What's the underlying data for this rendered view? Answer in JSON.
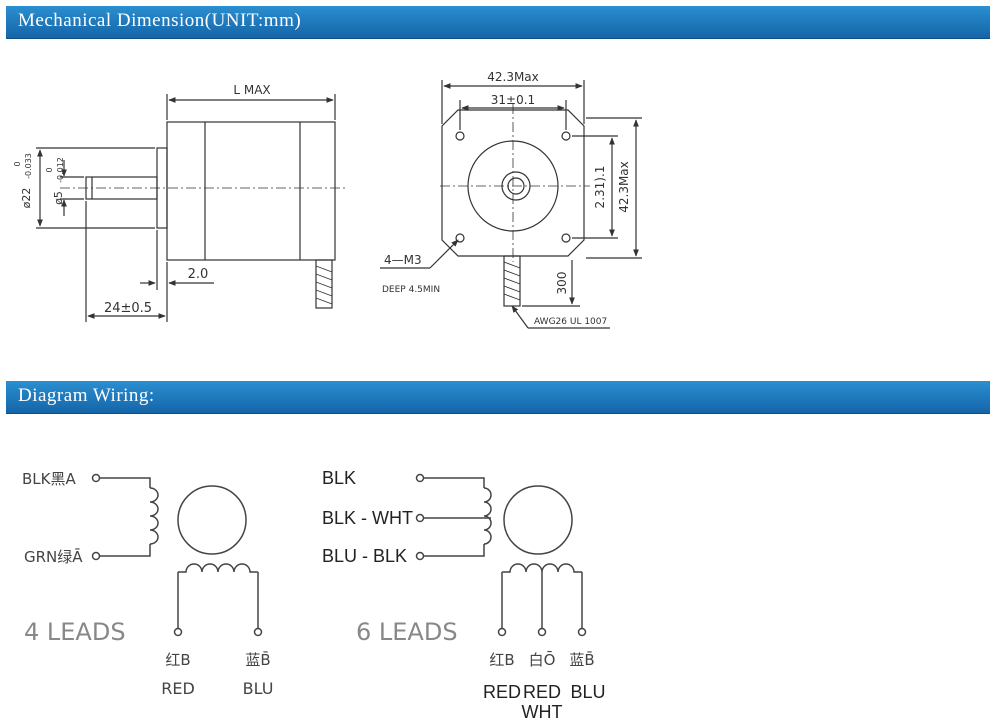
{
  "sections": {
    "mechanical_title": "Mechanical Dimension(UNIT:mm)",
    "wiring_title": "Diagram Wiring:"
  },
  "side_view": {
    "length_label": "L MAX",
    "shaft_dia_label": "ø22",
    "shaft_dia_tol_upper": "0",
    "shaft_dia_tol_lower": "-0.033",
    "inner_dia_label": "ø5",
    "inner_dia_tol_upper": "0",
    "inner_dia_tol_lower": "-0.012",
    "step_label": "2.0",
    "shaft_len_label": "24±0.5"
  },
  "front_view": {
    "width_max_label": "42.3Max",
    "hole_spacing_label": "31±0.1",
    "hole_spacing_vertical_label": "2.31).1",
    "height_max_label": "42.3Max",
    "screw_label": "4—M3",
    "screw_depth_label": "DEEP 4.5MIN",
    "cable_len_label": "300",
    "cable_spec_label": "AWG26 UL 1007"
  },
  "wiring_4": {
    "lead_a": "BLK黑A",
    "lead_a_bar": "GRN绿Ā",
    "lead_b_cn": "红B",
    "lead_b_en": "RED",
    "lead_b_bar_cn": "蓝B̄",
    "lead_b_bar_en": "BLU",
    "caption": "4 LEADS"
  },
  "wiring_6": {
    "lead_1": "BLK",
    "lead_2": "BLK - WHT",
    "lead_3": "BLU - BLK",
    "lead_b_cn": "红B",
    "lead_b_en": "RED",
    "lead_o_cn": "白Ō",
    "lead_o_en": "RED",
    "lead_o_en2": "WHT",
    "lead_b_bar_cn": "蓝B̄",
    "lead_b_bar_en": "BLU",
    "caption": "6 LEADS"
  }
}
